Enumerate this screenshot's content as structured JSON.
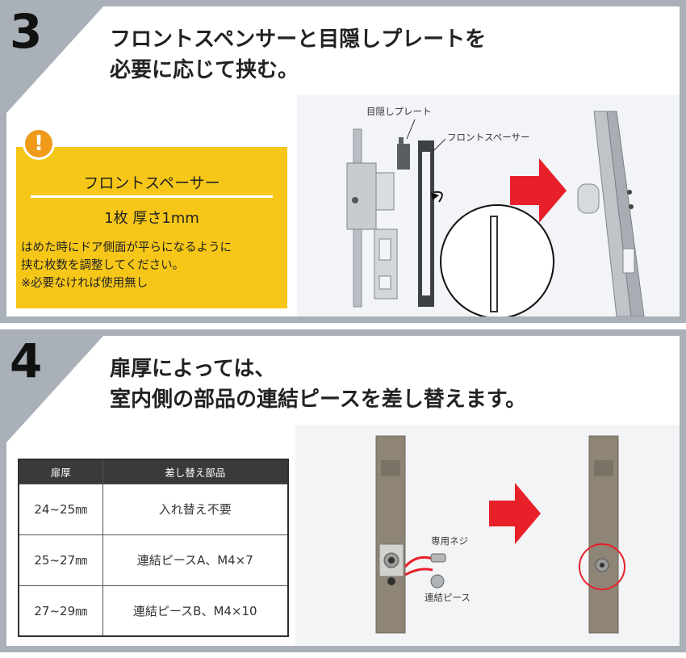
{
  "step3": {
    "number": "3",
    "title_line1": "フロントスペンサーと目隠しプレートを",
    "title_line2": "必要に応じて挟む。",
    "note": {
      "icon": "exclamation-icon",
      "icon_glyph": "!",
      "title": "フロントスペーサー",
      "sub": "1枚 厚さ1mm",
      "body_line1": "はめた時にドア側面が平らになるように",
      "body_line2": "挟む枚数を調整してください。",
      "body_line3": "※必要なければ使用無し"
    },
    "labels": {
      "cover_plate": "目隠しプレート",
      "front_spacer": "フロントスペーサー"
    }
  },
  "step4": {
    "number": "4",
    "title_line1": "扉厚によっては、",
    "title_line2": "室内側の部品の連結ピースを差し替えます。",
    "table": {
      "headers": [
        "扉厚",
        "差し替え部品"
      ],
      "rows": [
        [
          "24~25㎜",
          "入れ替え不要"
        ],
        [
          "25~27㎜",
          "連結ピースA、M4×7"
        ],
        [
          "27~29㎜",
          "連結ピースB、M4×10"
        ]
      ]
    },
    "labels": {
      "screw": "専用ネジ",
      "piece": "連結ピース"
    }
  },
  "colors": {
    "frame": "#a9b0b7",
    "note_bg": "#f6c718",
    "note_icon": "#f09a1a",
    "arrow": "#e8202a",
    "table_header": "#3a3a3a"
  }
}
